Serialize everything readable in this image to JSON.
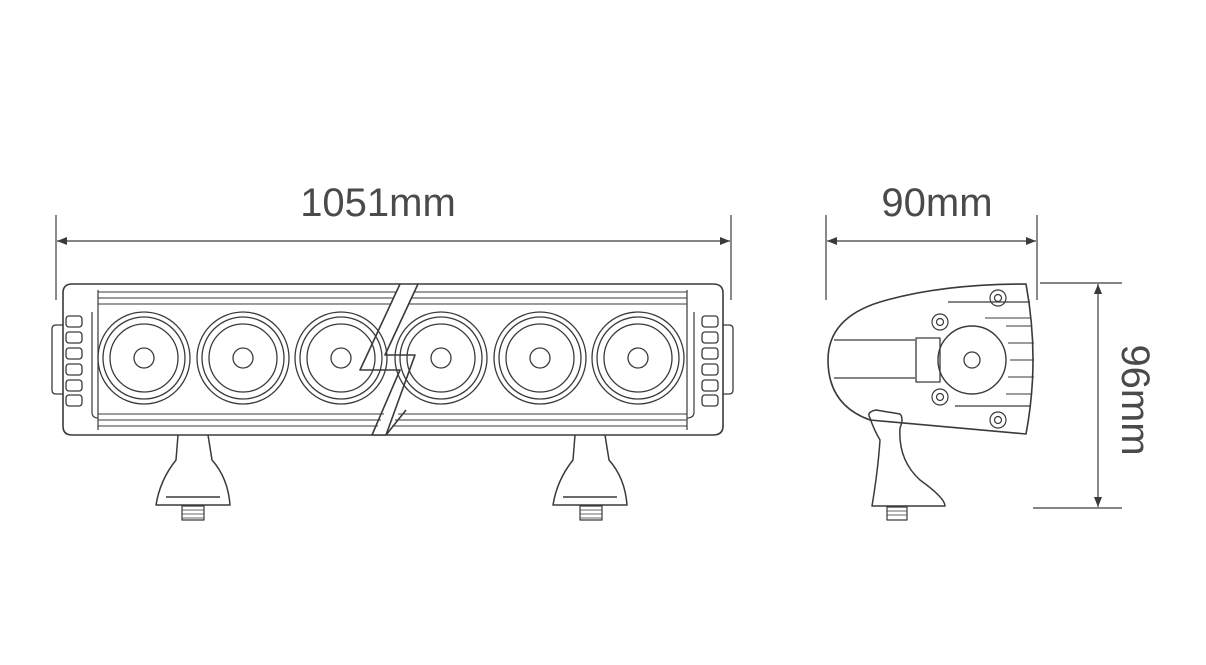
{
  "dimensions": {
    "length_label": "1051mm",
    "depth_label": "90mm",
    "height_label": "96mm"
  },
  "colors": {
    "line": "#3a3a3a",
    "dimension_text": "#4a4a4a",
    "background": "#ffffff"
  },
  "front_view": {
    "lens_count": 6,
    "mount_count": 2
  }
}
